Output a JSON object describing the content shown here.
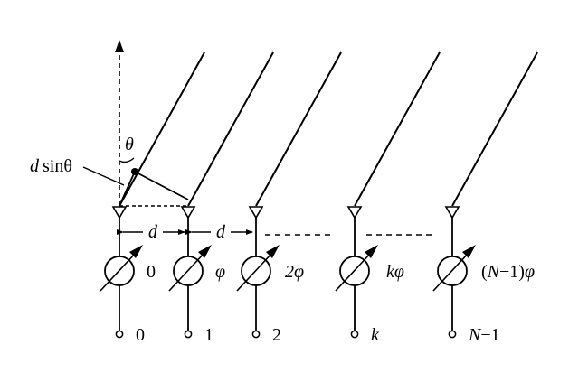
{
  "labels": {
    "theta": "θ",
    "d_sin_theta_d": "d",
    "d_sin_theta_rest": "sinθ",
    "spacing_1": "d",
    "spacing_2": "d"
  },
  "elements": [
    {
      "phase": "0",
      "phase_italic": false,
      "index": "0",
      "index_italic": false
    },
    {
      "phase": "φ",
      "phase_italic": true,
      "index": "1",
      "index_italic": false
    },
    {
      "phase": "2φ",
      "phase_italic": true,
      "index": "2",
      "index_italic": false
    },
    {
      "phase": "kφ",
      "phase_italic": true,
      "index": "k",
      "index_italic": true
    },
    {
      "phase": "(N−1)φ",
      "phase_italic": false,
      "index": "N−1",
      "index_italic": false
    }
  ],
  "colors": {
    "line": "#000000",
    "background": "#ffffff"
  },
  "icons": [
    "antenna-triangle-icon",
    "phase-shifter-circle-icon",
    "terminal-node-icon",
    "dashed-vertical-arrow-icon"
  ]
}
